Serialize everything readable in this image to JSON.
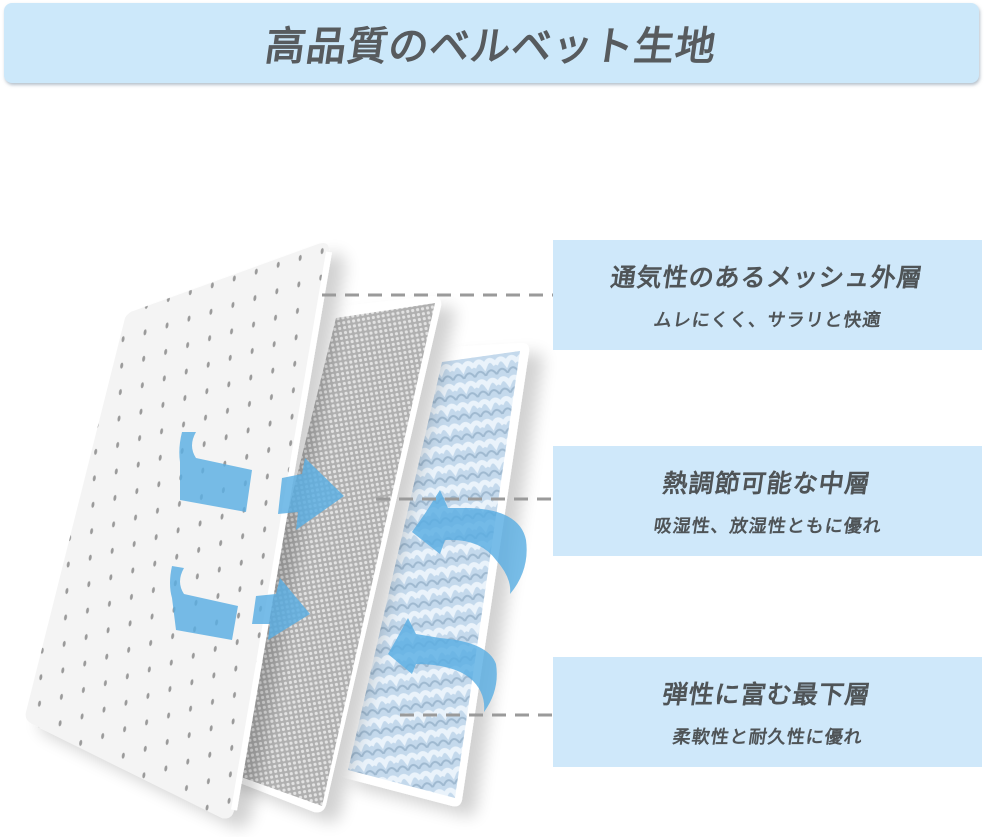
{
  "header": {
    "title": "高品質のベルベット生地",
    "background_color": "#cce8fa",
    "text_color": "#575b5e"
  },
  "illustration": {
    "description": "Exploded view of three fabric layers with blue airflow arrows",
    "layers": [
      {
        "name": "outer-mesh-layer",
        "texture": "perforated white",
        "color": "#f2f2f2"
      },
      {
        "name": "middle-layer",
        "texture": "grey woven mesh",
        "color": "#a9a9a9"
      },
      {
        "name": "bottom-layer",
        "texture": "light blue knit",
        "color": "#c9ddef"
      }
    ],
    "arrow_color": "#5aaee3"
  },
  "labels": [
    {
      "title": "通気性のあるメッシュ外層",
      "subtitle": "ムレにくく、サラリと快適"
    },
    {
      "title": "熱調節可能な中層",
      "subtitle": "吸湿性、放湿性ともに優れ"
    },
    {
      "title": "弾性に富む最下層",
      "subtitle": "柔軟性と耐久性に優れ"
    }
  ],
  "colors": {
    "label_background": "#cfe8fa",
    "label_text": "#4f5457",
    "leader_line": "#9a9a9a"
  }
}
